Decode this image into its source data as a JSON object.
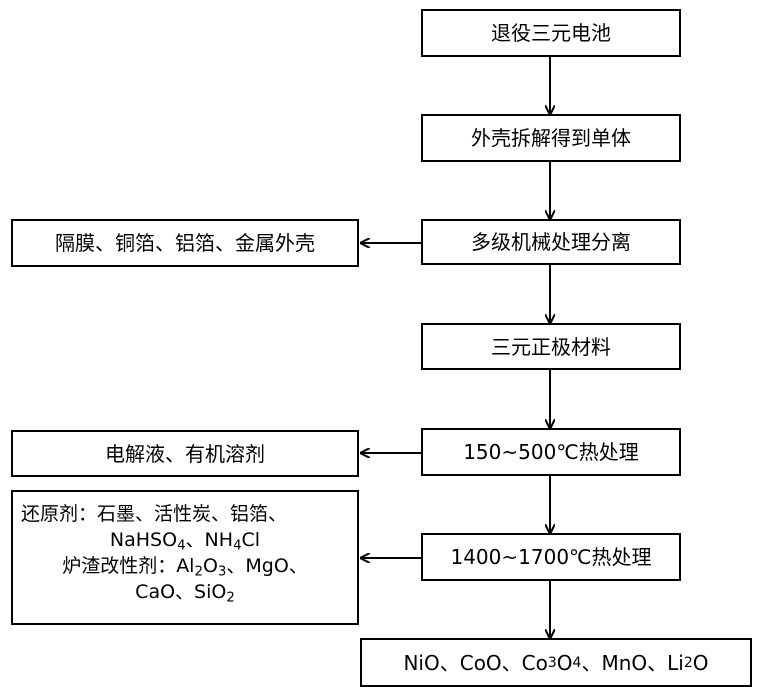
{
  "main_flow": {
    "step1": "退役三元电池",
    "step2": "外壳拆解得到单体",
    "step3": "多级机械处理分离",
    "step4": "三元正极材料",
    "step5": "150~500℃热处理",
    "step6": "1400~1700℃热处理"
  },
  "outputs": {
    "separated_parts": "隔膜、铜箔、铝箔、金属外壳",
    "volatiles": "电解液、有机溶剂",
    "final_products": {
      "t1": "NiO、CoO、Co",
      "s1": "3",
      "t2": "O",
      "s2": "4",
      "t3": "、MnO、Li",
      "s3": "2",
      "t4": "O"
    }
  },
  "inputs": {
    "line1": "还原剂：石墨、活性炭、铝箔、",
    "line2": {
      "t1": "NaHSO",
      "s1": "4",
      "t2": "、NH",
      "s2": "4",
      "t3": "Cl"
    },
    "line3": {
      "t1": "炉渣改性剂：Al",
      "s1": "2",
      "t2": "O",
      "s2": "3",
      "t3": "、MgO、"
    },
    "line4": {
      "t1": "CaO、SiO",
      "s1": "2"
    }
  }
}
